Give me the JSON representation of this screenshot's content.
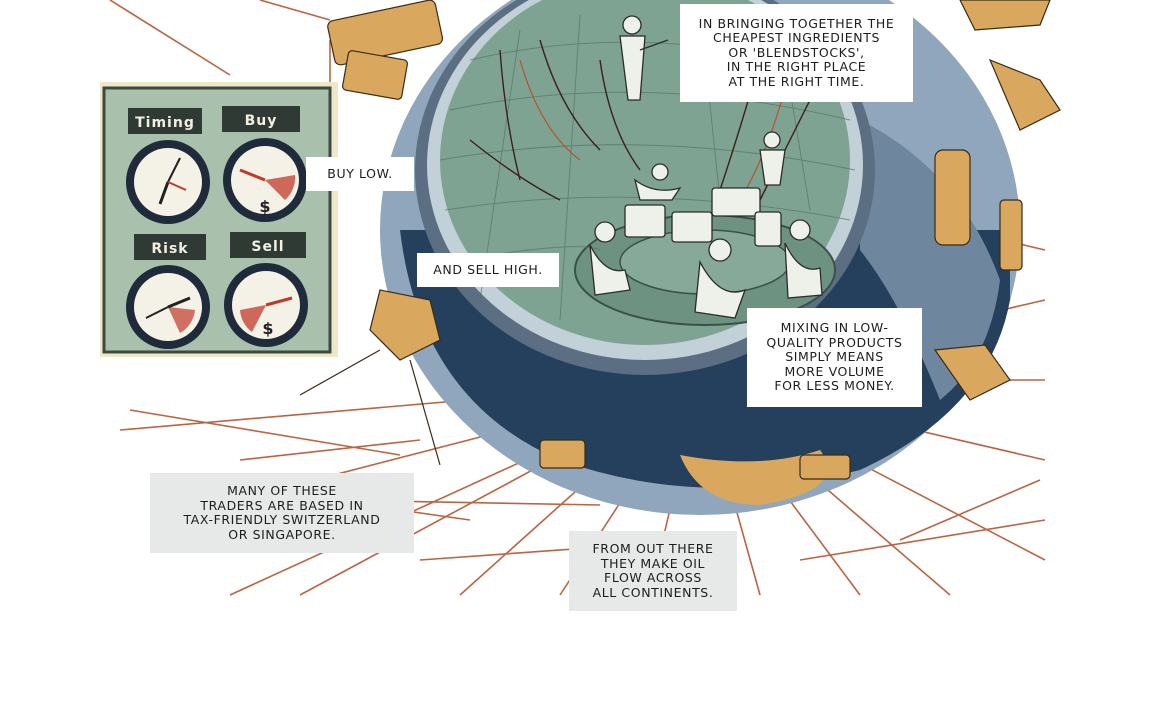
{
  "captions": {
    "ingredients": [
      "In bringing together the",
      "cheapest ingredients",
      "or 'blendstocks',",
      "in the right place",
      "at the right time."
    ],
    "buy_low": "Buy low.",
    "sell_high": "And sell high.",
    "mixing": [
      "Mixing in low-",
      "quality products",
      "simply means",
      "more volume",
      "for less money."
    ],
    "traders": [
      "Many of these",
      "traders are based in",
      "tax-friendly Switzerland",
      "or Singapore."
    ],
    "oil_flow": [
      "From out there",
      "they make oil",
      "flow across",
      "all continents."
    ]
  },
  "gauges": {
    "timing": "Timing",
    "buy": "Buy",
    "risk": "Risk",
    "sell": "Sell",
    "currency_symbol": "$"
  },
  "colors": {
    "oil_lines": "#b5532e",
    "ocean": "#24405c",
    "globe_light": "#8fa6bc",
    "trading_floor": "#7fa393",
    "panel": "#a9c0ad",
    "panel_frame": "#3d4a40",
    "rig": "#d9a85e",
    "caption_grey": "#e6e9e7"
  }
}
